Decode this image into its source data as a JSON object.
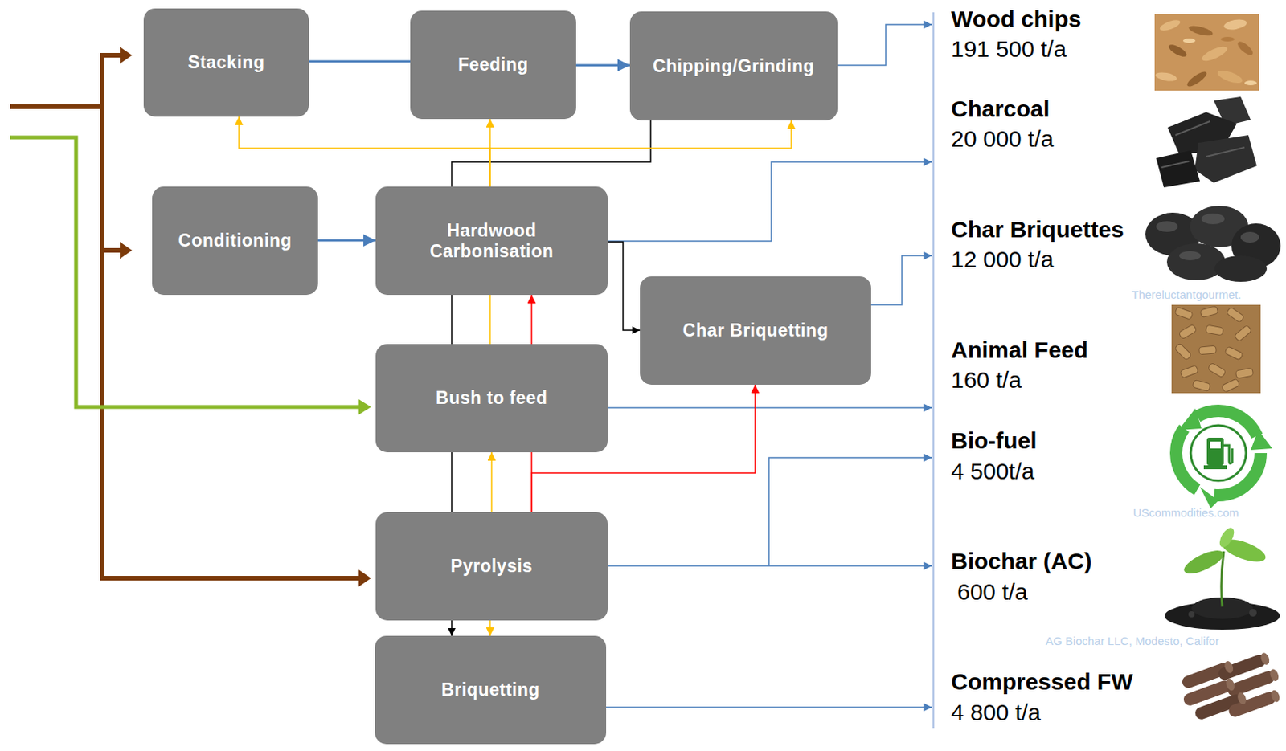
{
  "diagram": {
    "nodes": [
      {
        "text": [
          "Stacking"
        ]
      },
      {
        "text": [
          "Feeding"
        ]
      },
      {
        "text": [
          "Chipping/Grinding"
        ]
      },
      {
        "text": [
          "Conditioning"
        ]
      },
      {
        "text": [
          "Hardwood Carbonisation"
        ]
      },
      {
        "text": [
          "Char Briquetting"
        ]
      },
      {
        "text": [
          "Bush to feed"
        ]
      },
      {
        "text": [
          "Pyrolysis"
        ]
      },
      {
        "text": [
          "Briquetting"
        ]
      }
    ],
    "edges": [
      {
        "from": 0,
        "to": 1,
        "arrow": "none"
      },
      {
        "from": 1,
        "to": 2,
        "arrow": "to"
      },
      {
        "from": 3,
        "to": 4,
        "arrow": "to"
      },
      {
        "from": 4,
        "to": 5,
        "arrow": "to"
      },
      {
        "from": 2,
        "to": 8,
        "arrow": "to"
      },
      {
        "from": 7,
        "to": 6,
        "arrow": "to"
      },
      {
        "from": 7,
        "to": 8,
        "arrow": "to"
      },
      {
        "from": 6,
        "to": 4,
        "arrow": "none"
      },
      {
        "from": 4,
        "to": 0,
        "arrow": "to"
      },
      {
        "from": 4,
        "to": 1,
        "arrow": "to"
      },
      {
        "from": 4,
        "to": 2,
        "arrow": "to"
      },
      {
        "from": 7,
        "to": 4,
        "arrow": "to"
      },
      {
        "from": 7,
        "to": 5,
        "arrow": "to"
      }
    ],
    "labels": [
      "Wood chips",
      "191 500 t/a",
      "Charcoal",
      "20 000 t/a",
      "Char Briquettes",
      "12 000 t/a",
      "Thereluctantgourmet.",
      "Animal Feed",
      "160 t/a",
      "Bio-fuel",
      "4 500t/a",
      "UScommodities.com",
      "Biochar (AC)",
      "600 t/a",
      "AG Biochar LLC, Modesto, Califor",
      "Compressed FW",
      "4 800 t/a"
    ]
  }
}
